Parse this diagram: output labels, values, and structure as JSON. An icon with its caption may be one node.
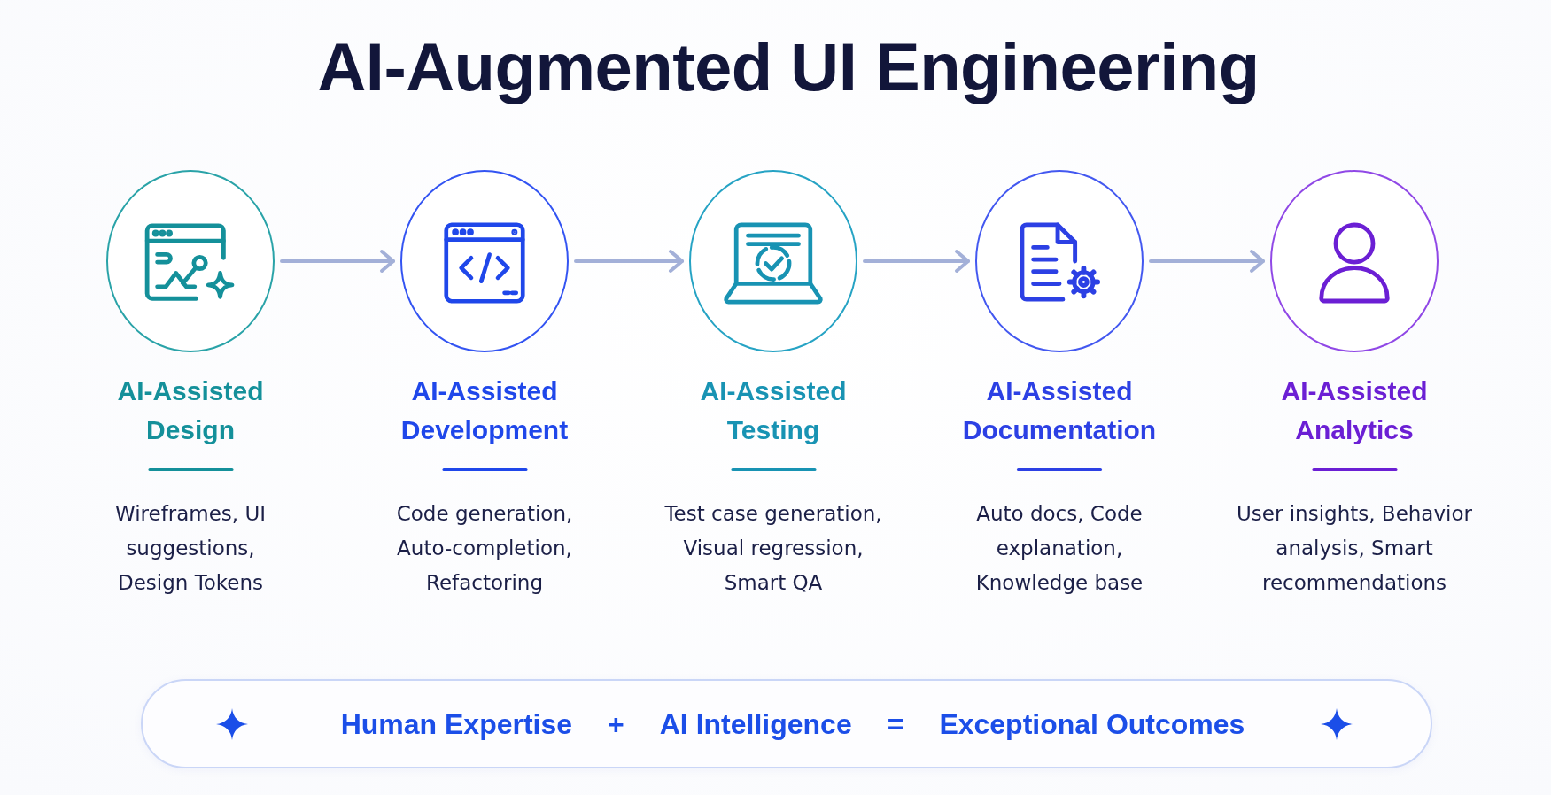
{
  "diagram": {
    "title": "AI-Augmented UI Engineering",
    "nodes": [
      {
        "text": [
          "AI-Assisted Design",
          "Wireframes, UI suggestions, Design Tokens"
        ]
      },
      {
        "text": [
          "AI-Assisted Development",
          "Code generation, Auto-completion, Refactoring"
        ]
      },
      {
        "text": [
          "AI-Assisted Testing",
          "Test case generation, Visual regression, Smart QA"
        ]
      },
      {
        "text": [
          "AI-Assisted Documentation",
          "Auto docs, Code explanation, Knowledge base"
        ]
      },
      {
        "text": [
          "AI-Assisted Analytics",
          "User insights, Behavior analysis, Smart recommendations"
        ]
      },
      {
        "text": [
          "Human Expertise",
          "+",
          "AI Intelligence",
          "=",
          "Exceptional Outcomes"
        ]
      }
    ],
    "edges": [
      {
        "from": 0,
        "to": 1,
        "arrow": "to"
      },
      {
        "from": 1,
        "to": 2,
        "arrow": "to"
      },
      {
        "from": 2,
        "to": 3,
        "arrow": "to"
      },
      {
        "from": 3,
        "to": 4,
        "arrow": "to"
      }
    ]
  }
}
